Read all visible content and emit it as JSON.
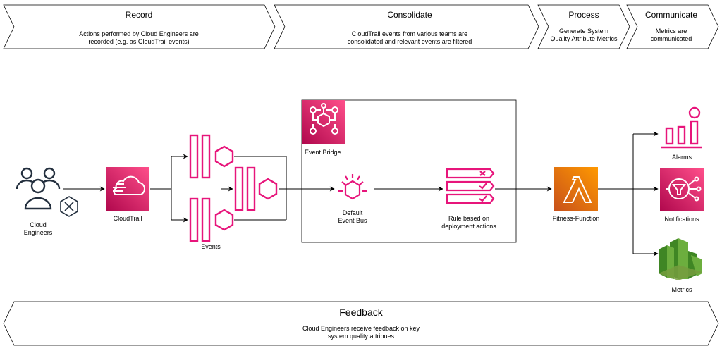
{
  "phases": [
    {
      "title": "Record",
      "desc": [
        "Actions performed by Cloud Engineers are",
        "recorded (e.g. as CloudTrail events)"
      ]
    },
    {
      "title": "Consolidate",
      "desc": [
        "CloudTrail events from various teams are",
        "consolidated and relevant events are filtered"
      ]
    },
    {
      "title": "Process",
      "desc": [
        "Generate System",
        "Quality Attribute Metrics"
      ]
    },
    {
      "title": "Communicate",
      "desc": [
        "Metrics are",
        "communicated"
      ]
    }
  ],
  "feedback": {
    "title": "Feedback",
    "desc": [
      "Cloud Engineers receive feedback on key",
      "system quality attribues"
    ]
  },
  "nodes": {
    "cloud_engineers": [
      "Cloud",
      "Engineers"
    ],
    "cloudtrail": "CloudTrail",
    "events": "Events",
    "event_bridge": "Event Bridge",
    "default_event_bus": [
      "Default",
      "Event Bus"
    ],
    "rule": [
      "Rule based on",
      "deployment actions"
    ],
    "fitness_function": "Fitness-Function",
    "alarms": "Alarms",
    "notifications": "Notifications",
    "metrics": "Metrics"
  },
  "colors": {
    "pink": "#E7157B",
    "pink_dark": "#BD1767",
    "orange_top": "#F78E04",
    "orange_bottom": "#D05C17",
    "green": "#6CAE3E",
    "green_dark": "#3F8624",
    "line": "#000000",
    "icon_dark": "#232F3E"
  }
}
